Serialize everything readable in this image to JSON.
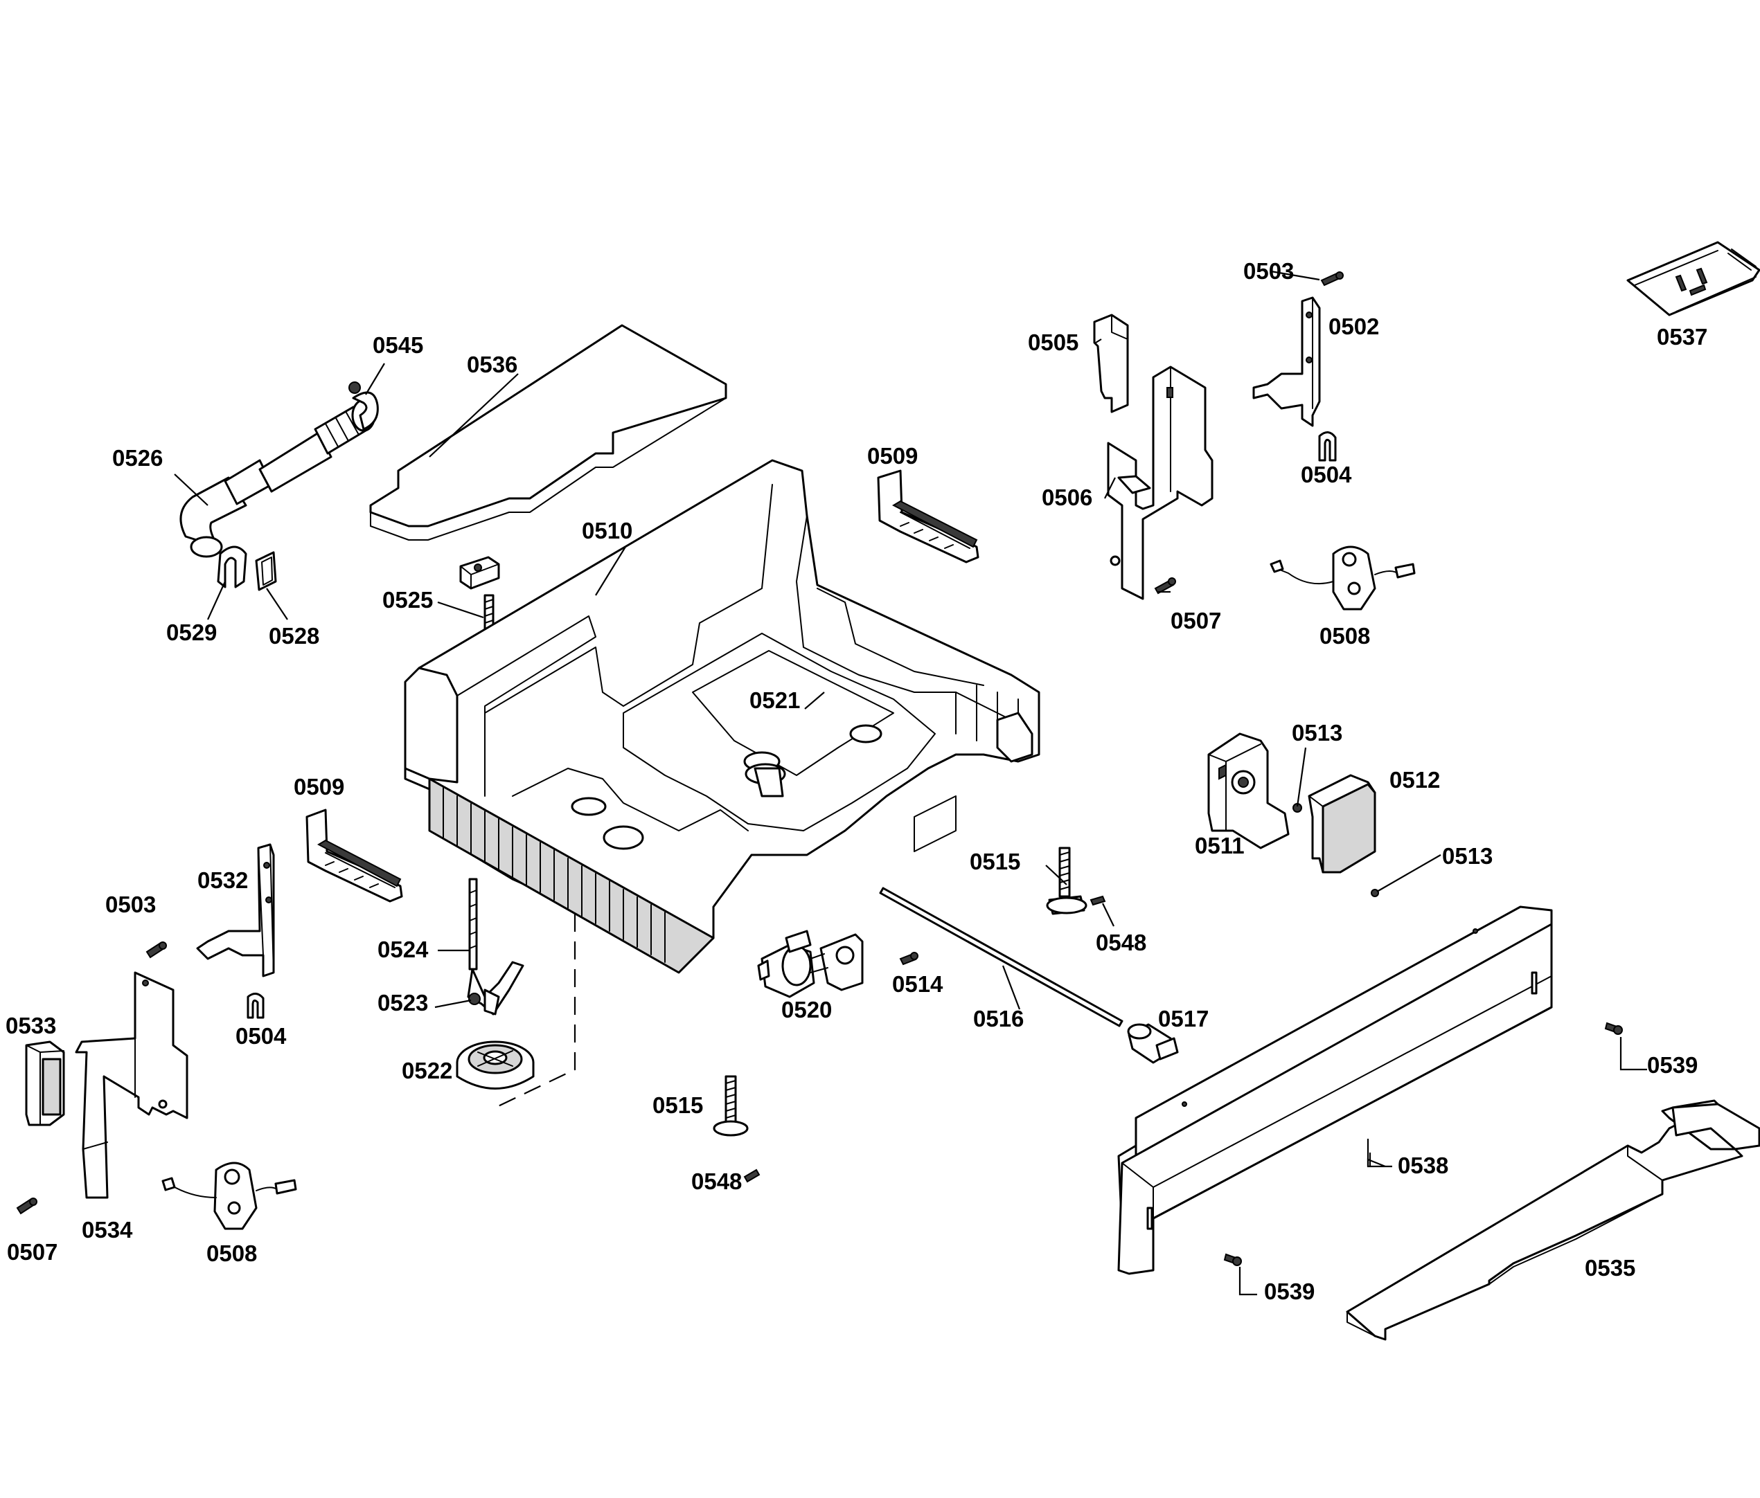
{
  "diagram": {
    "labels": {
      "l0503a": "0503",
      "l0502": "0502",
      "l0537": "0537",
      "l0505": "0505",
      "l0504a": "0504",
      "l0506": "0506",
      "l0507a": "0507",
      "l0508a": "0508",
      "l0545": "0545",
      "l0536": "0536",
      "l0526": "0526",
      "l0529": "0529",
      "l0528": "0528",
      "l0509a": "0509",
      "l0510": "0510",
      "l0525": "0525",
      "l0521": "0521",
      "l0513a": "0513",
      "l0512": "0512",
      "l0511": "0511",
      "l0513b": "0513",
      "l0509b": "0509",
      "l0532": "0532",
      "l0503b": "0503",
      "l0504b": "0504",
      "l0515a": "0515",
      "l0548a": "0548",
      "l0524": "0524",
      "l0523": "0523",
      "l0522": "0522",
      "l0520": "0520",
      "l0514": "0514",
      "l0516": "0516",
      "l0517": "0517",
      "l0539a": "0539",
      "l0533": "0533",
      "l0534": "0534",
      "l0507b": "0507",
      "l0508b": "0508",
      "l0515b": "0515",
      "l0548b": "0548",
      "l0538": "0538",
      "l0535": "0535",
      "l0539b": "0539"
    }
  }
}
